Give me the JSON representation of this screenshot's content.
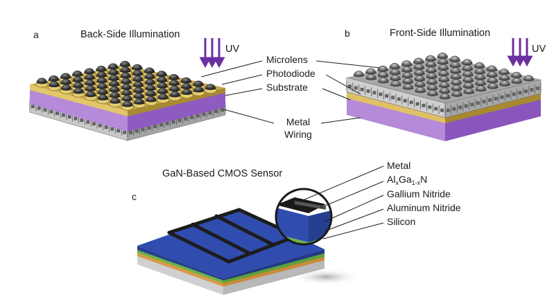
{
  "panels": {
    "a": {
      "letter": "a",
      "title": "Back-Side Illumination",
      "uv": "UV"
    },
    "b": {
      "letter": "b",
      "title": "Front-Side Illumination",
      "uv": "UV"
    },
    "c": {
      "letter": "c",
      "title": "GaN-Based CMOS Sensor"
    }
  },
  "callouts": {
    "microlens": "Microlens",
    "photodiode": "Photodiode",
    "substrate": "Substrate",
    "metal_wiring_1": "Metal",
    "metal_wiring_2": "Wiring"
  },
  "layers": {
    "metal": "Metal",
    "algan_al": "Al",
    "algan_x1": "x",
    "algan_ga": "Ga",
    "algan_1x": "1-x",
    "algan_n": "N",
    "gallium_nitride": "Gallium Nitride",
    "aluminum_nitride": "Aluminum Nitride",
    "silicon": "Silicon"
  },
  "colors": {
    "uv_arrow": "#6b2fa0",
    "substrate_purple": "#8e5cc0",
    "photodiode_gold": "#b89a3a",
    "gan_blue": "#2c48a8",
    "gan_green": "#6bb34a",
    "aln_orange": "#d79a48",
    "silicon_gray": "#c8c8c8"
  }
}
